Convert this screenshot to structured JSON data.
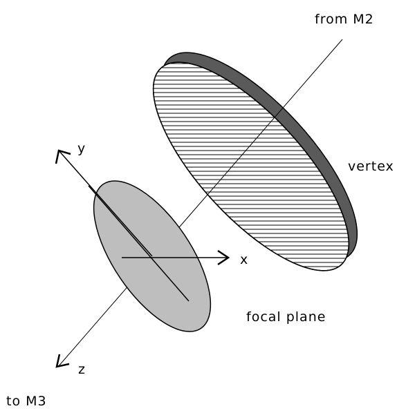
{
  "labels": {
    "from_mirror": "from M2",
    "vertex": "vertex",
    "y_axis": "y",
    "x_axis": "x",
    "z_axis": "z",
    "focal_plane": "focal plane",
    "to_mirror": "to M3"
  },
  "colors": {
    "ink": "#000000",
    "mirror_rim": "#5a5a5a",
    "focal_plane_fill": "#bebebe",
    "hatch": "#000000",
    "background": "#ffffff"
  }
}
